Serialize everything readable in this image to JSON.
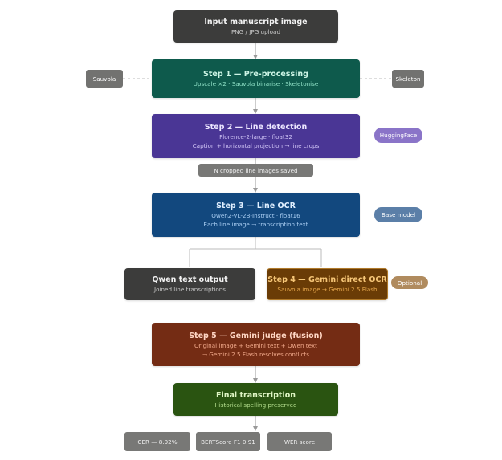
{
  "colors": {
    "dark": "#3c3c3b",
    "step1": "#0e5a4c",
    "step2": "#4a3695",
    "step3": "#12487e",
    "step4": "#6a3c06",
    "step5": "#742c14",
    "final": "#2a5411",
    "side_gray": "#727270",
    "hf": "#8a74c8",
    "base": "#5b7fa8",
    "optional": "#b08b5e",
    "metric": "#787876",
    "edge": "#999999"
  },
  "nodes": {
    "input": {
      "title": "Input manuscript image",
      "subtitle": "PNG / JPG upload"
    },
    "step1": {
      "title": "Step 1 — Pre-processing",
      "subtitle": "Upscale ×2 · Sauvola binarise · Skeletonise"
    },
    "step2": {
      "title": "Step 2 — Line detection",
      "line1": "Florence-2-large · float32",
      "line2": "Caption + horizontal projection → line crops"
    },
    "crops": {
      "label": "N cropped line images saved"
    },
    "step3": {
      "title": "Step 3 — Line OCR",
      "line1": "Qwen2-VL-2B-Instruct · float16",
      "line2": "Each line image → transcription text"
    },
    "qwen_out": {
      "title": "Qwen text output",
      "subtitle": "Joined line transcriptions"
    },
    "step4": {
      "title": "Step 4 — Gemini direct OCR",
      "subtitle": "Sauvola image → Gemini 2.5 Flash"
    },
    "step5": {
      "title": "Step 5 — Gemini judge (fusion)",
      "line1": "Original image + Gemini text + Qwen text",
      "line2": "→ Gemini 2.5 Flash resolves conflicts"
    },
    "final": {
      "title": "Final transcription",
      "subtitle": "Historical spelling preserved"
    }
  },
  "side_tags": {
    "sauvola": "Sauvola",
    "skeleton": "Skeleton",
    "huggingface": "HuggingFace",
    "base_model": "Base model",
    "optional": "Optional"
  },
  "metrics": [
    "CER — 8.92%",
    "BERTScore F1 0.91",
    "WER score"
  ]
}
